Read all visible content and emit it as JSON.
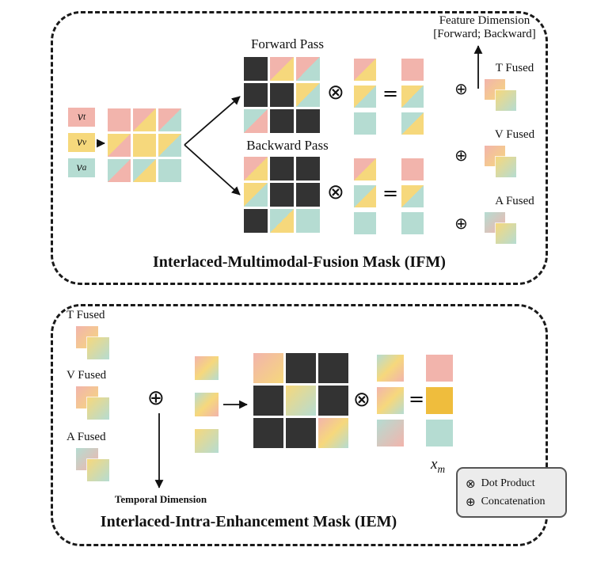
{
  "colors": {
    "pink": "#F2B4AC",
    "yellow": "#F6D87C",
    "teal": "#B5DCD2",
    "orange": "#EFBD3D",
    "dark": "#333333"
  },
  "gradients": {
    "g1": [
      "pink",
      "yellow"
    ],
    "g2": [
      "yellow",
      "teal"
    ],
    "g3": [
      "teal",
      "pink"
    ],
    "g4": [
      "pink",
      "yellow",
      "teal"
    ],
    "g5": [
      "teal",
      "yellow",
      "pink"
    ]
  },
  "symbols": {
    "otimes": "⊗",
    "oplus": "⊕",
    "equals": "="
  },
  "ifm": {
    "title": "Interlaced-Multimodal-Fusion Mask (IFM)",
    "inputs": [
      {
        "base": "v",
        "sub": "t",
        "color": "pink"
      },
      {
        "base": "v",
        "sub": "v",
        "color": "yellow"
      },
      {
        "base": "v",
        "sub": "a",
        "color": "teal"
      }
    ],
    "input_grid": [
      [
        "P",
        "P|Y",
        "P|T"
      ],
      [
        "Y|P",
        "Y",
        "Y|T"
      ],
      [
        "T|P",
        "T|Y",
        "T"
      ]
    ],
    "forward": {
      "label": "Forward Pass",
      "mask": [
        [
          "D",
          "P|Y",
          "P|T"
        ],
        [
          "D",
          "D",
          "Y|T"
        ],
        [
          "T|P",
          "D",
          "D"
        ]
      ],
      "vec_in": [
        "P|Y",
        "Y|T",
        "T"
      ],
      "vec_out": [
        "P",
        "Y|T",
        "T|Y"
      ]
    },
    "backward": {
      "label": "Backward Pass",
      "mask": [
        [
          "P|Y",
          "D",
          "D"
        ],
        [
          "Y|T",
          "D",
          "D"
        ],
        [
          "D",
          "T|Y",
          "T"
        ]
      ],
      "vec_in": [
        "P|Y",
        "T|Y",
        "T"
      ],
      "vec_out": [
        "P",
        "Y|T",
        "T"
      ]
    },
    "feature_dim": {
      "line1": "Feature Dimension",
      "line2": "[Forward; Backward]"
    },
    "fused": [
      {
        "label": "T Fused",
        "back": "g1",
        "front": "g2"
      },
      {
        "label": "V Fused",
        "back": "g1",
        "front": "g2"
      },
      {
        "label": "A Fused",
        "back": "g3",
        "front": "g2"
      }
    ]
  },
  "iem": {
    "title": "Interlaced-Intra-Enhancement Mask (IEM)",
    "fused": [
      {
        "label": "T Fused",
        "back": "g1",
        "front": "g2"
      },
      {
        "label": "V Fused",
        "back": "g1",
        "front": "g2"
      },
      {
        "label": "A Fused",
        "back": "g3",
        "front": "g2"
      }
    ],
    "temporal_label": "Temporal Dimension",
    "vec_in": [
      "g4",
      "g5",
      "g2"
    ],
    "mask": [
      [
        "g1",
        "D",
        "D"
      ],
      [
        "D",
        "g2",
        "D"
      ],
      [
        "D",
        "D",
        "g4"
      ]
    ],
    "vec_mid": [
      "g5",
      "g4",
      "g3"
    ],
    "vec_out": [
      "P",
      "O",
      "T"
    ],
    "xm_base": "x",
    "xm_sub": "m"
  },
  "legend": {
    "items": [
      {
        "symbol": "⊗",
        "label": "Dot Product"
      },
      {
        "symbol": "⊕",
        "label": "Concatenation"
      }
    ]
  }
}
